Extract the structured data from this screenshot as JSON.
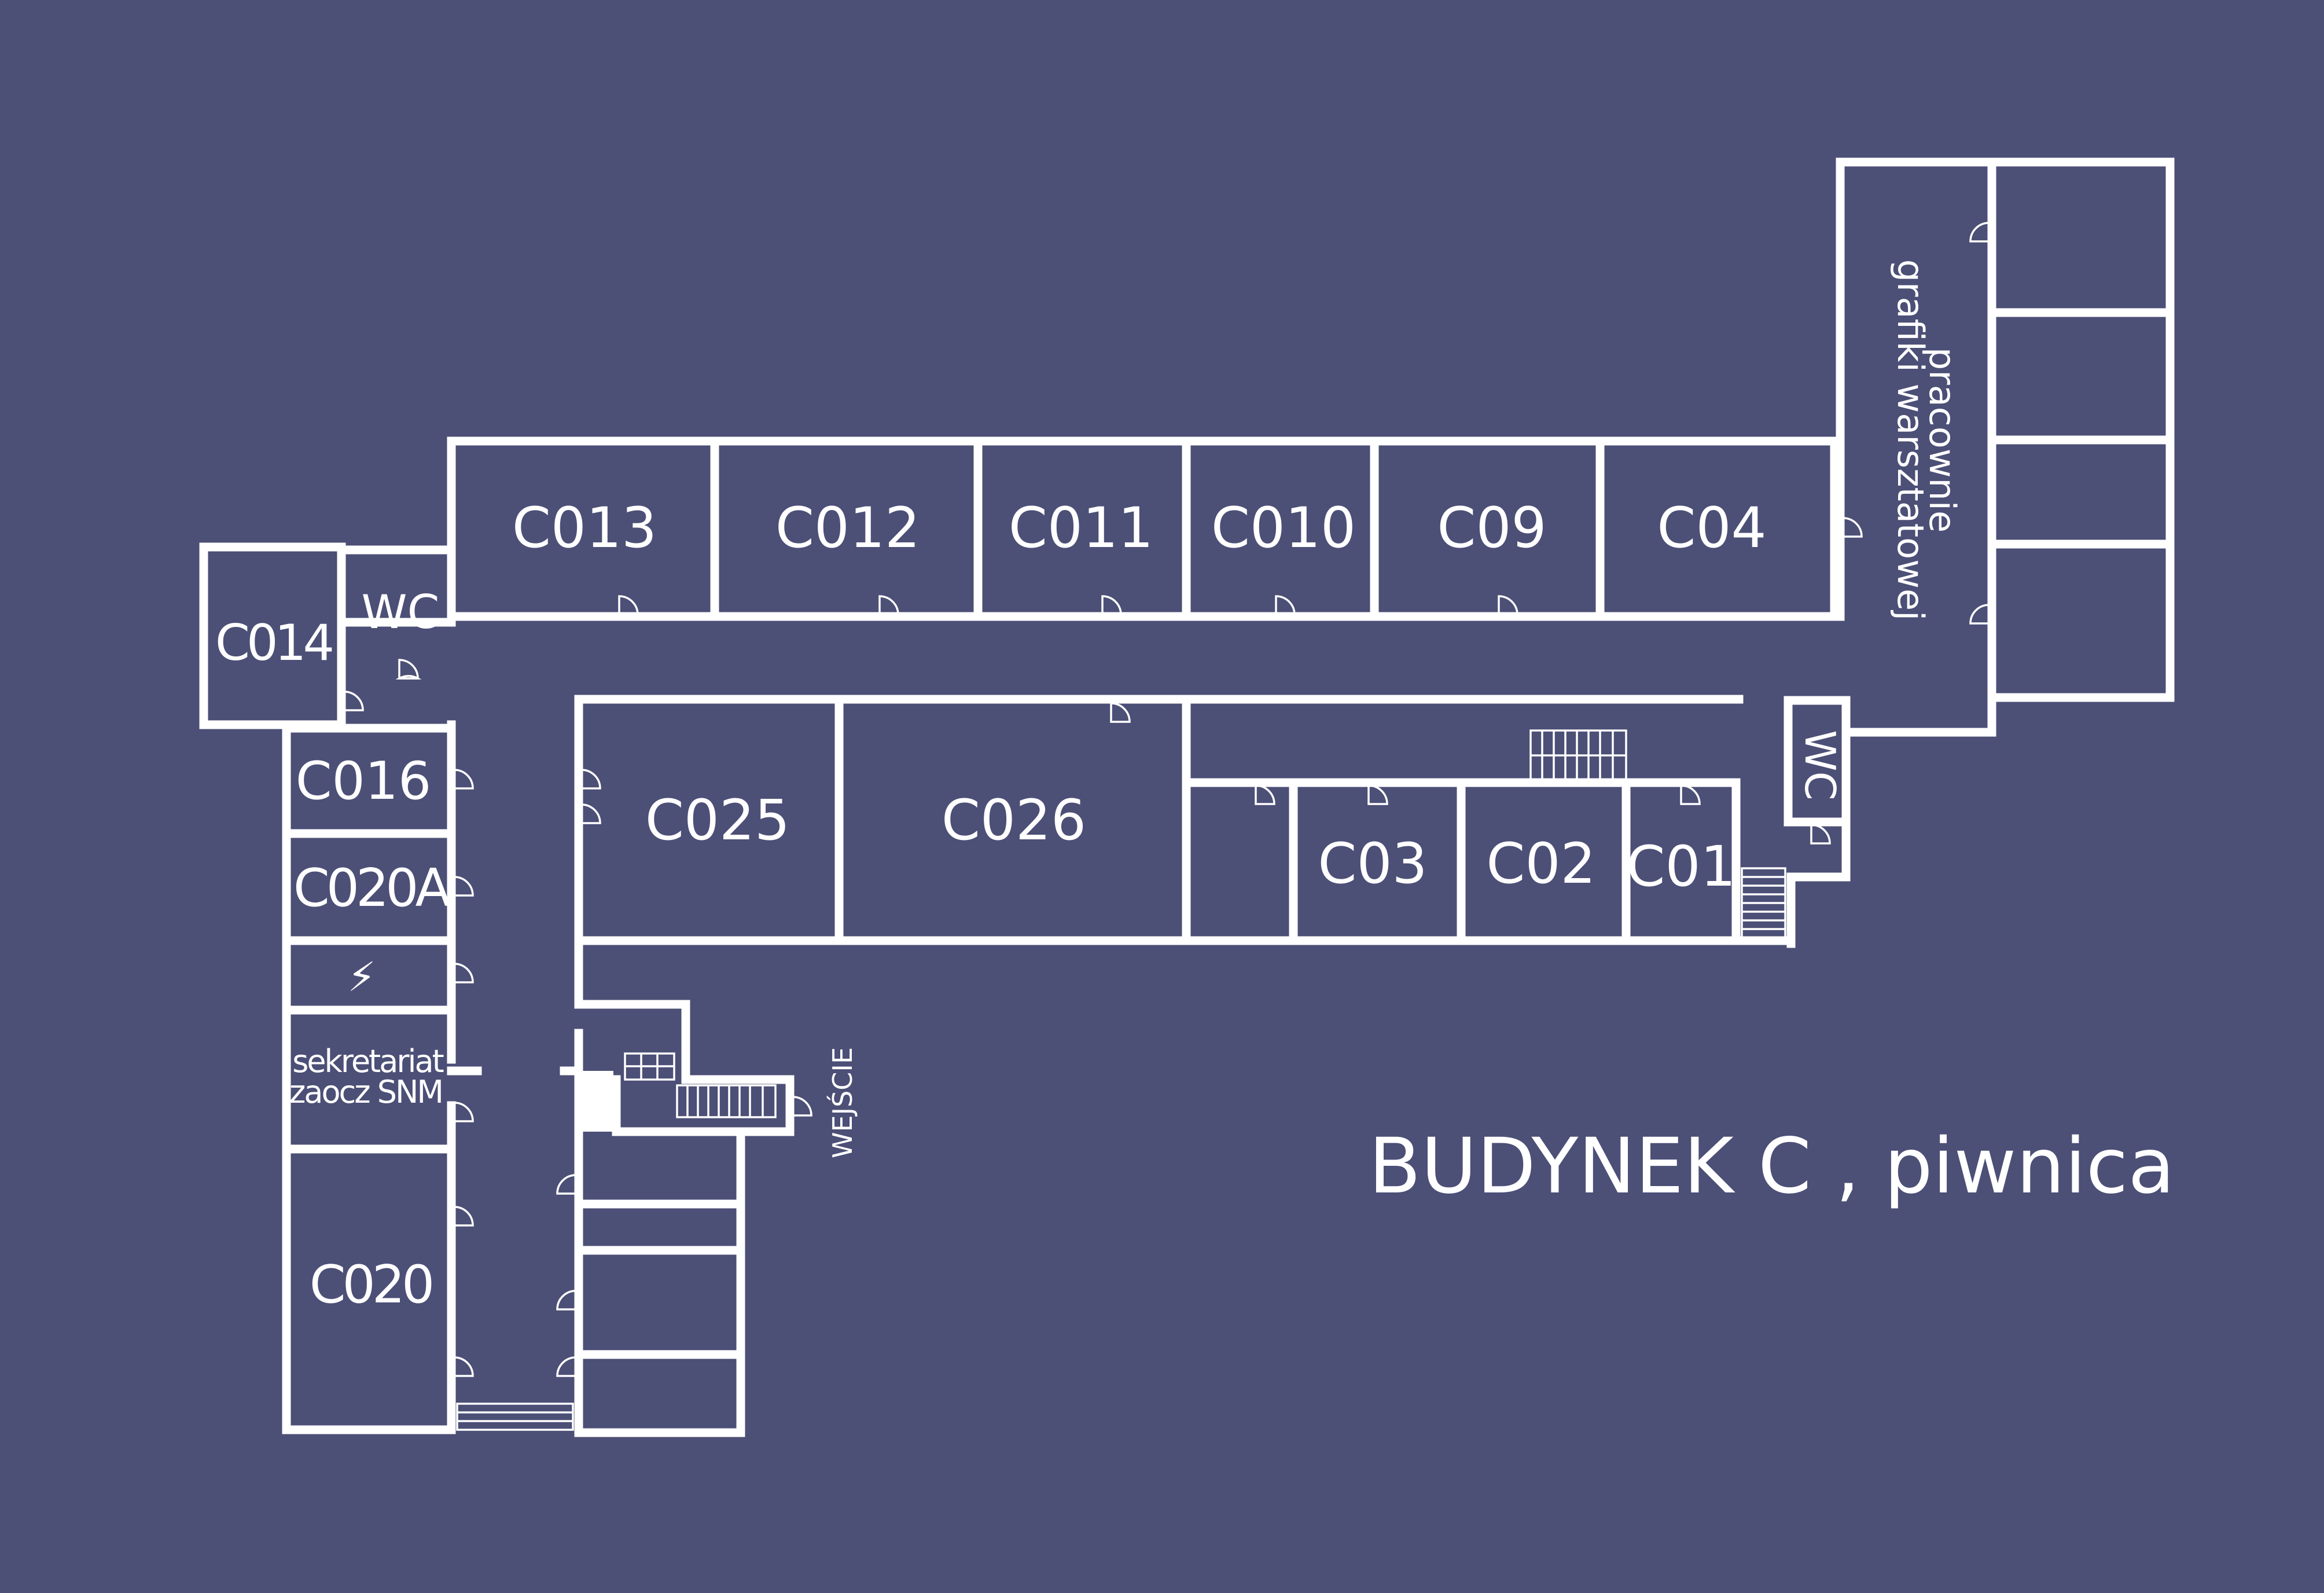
{
  "title": "BUDYNEK C , piwnica",
  "entrance_label": "WEJŚCIE",
  "colors": {
    "background": "#4c4f76",
    "walls": "#ffffff"
  },
  "rooms": {
    "c013": "C013",
    "c012": "C012",
    "c011": "C011",
    "c010": "C010",
    "c09": "C09",
    "c04": "C04",
    "c014": "C014",
    "wc_left": "WC",
    "wc_right": "WC",
    "c016": "C016",
    "c020a": "C020A",
    "electrical": "⚡",
    "secretariat_line1": "sekretariat",
    "secretariat_line2": "zaocz SNM",
    "c020": "C020",
    "c025": "C025",
    "c026": "C026",
    "c03": "C03",
    "c02": "C02",
    "c01": "C01",
    "workshop_line1": "pracownie",
    "workshop_line2": "grafiki warsztatowej"
  },
  "icons": {
    "electrical": "lightning-bolt-icon",
    "stairs": "stairs-icon",
    "door": "door-swing-icon"
  }
}
